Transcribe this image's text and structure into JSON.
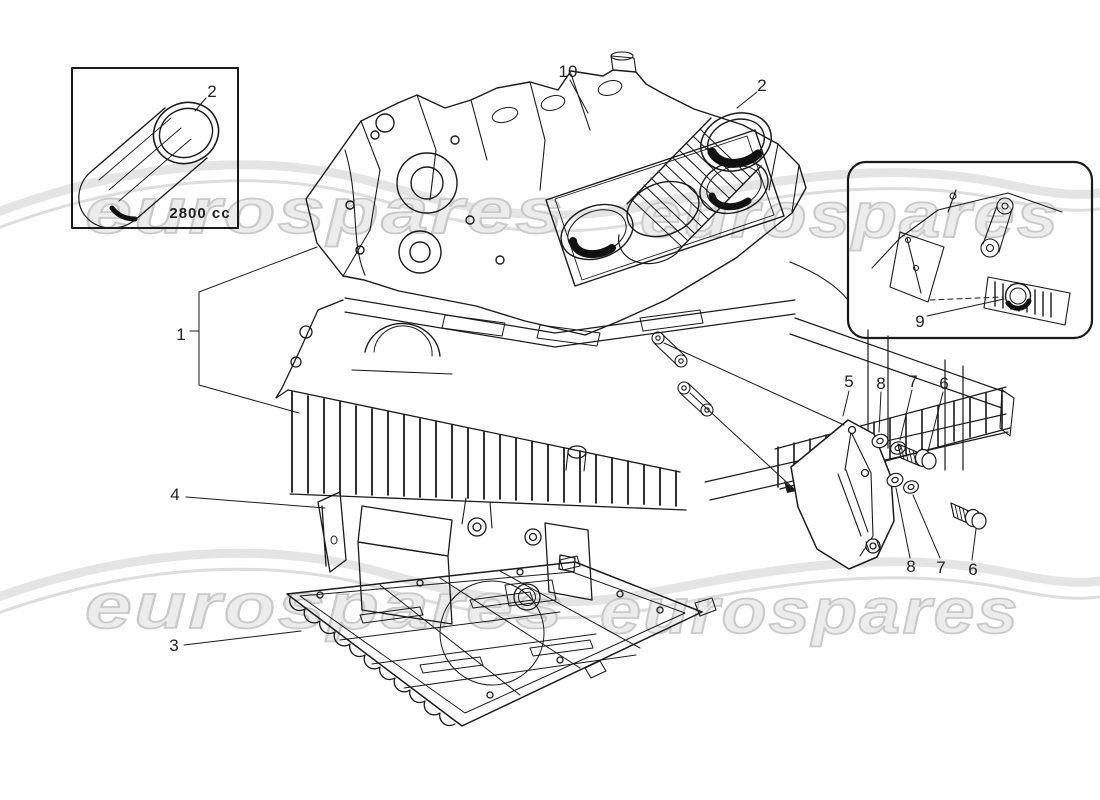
{
  "watermark": {
    "text": "eurospares"
  },
  "liner_inset": {
    "callout": "2",
    "displacement_label": "2800 cc"
  },
  "callouts": {
    "block_assembly": "1",
    "cylinder_liner": "2",
    "oil_sump": "3",
    "baffle_plate": "4",
    "mount_bracket": "5",
    "bolt": "6",
    "washer": "7",
    "spring_washer": "8",
    "grommet": "9",
    "cylinder_block": "10"
  },
  "colors": {
    "line": "#1a1a1a",
    "callout_text": "#222222",
    "watermark_fill": "#ececec",
    "watermark_stroke": "#c9c9c9",
    "swoosh": "#e4e4e4"
  }
}
